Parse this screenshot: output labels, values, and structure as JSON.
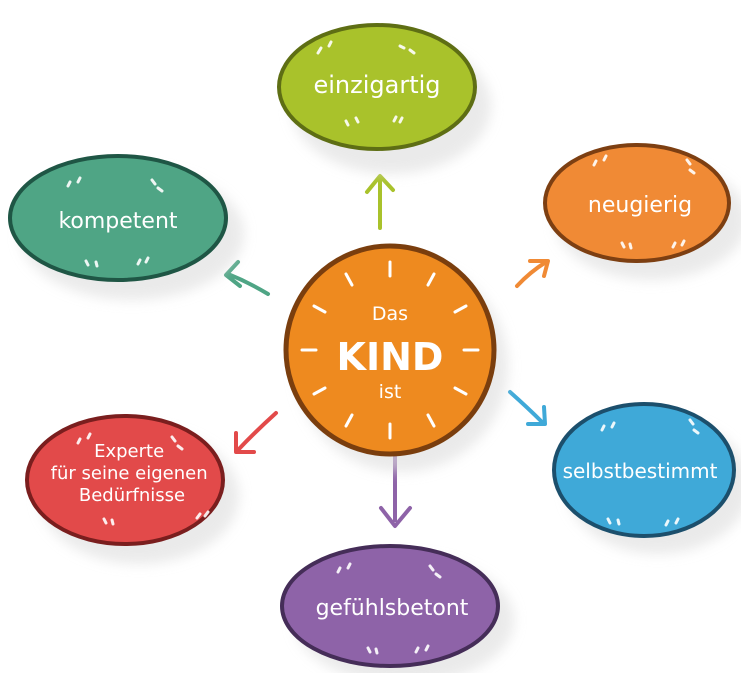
{
  "center": {
    "line1": "Das",
    "line2": "KIND",
    "line3": "ist",
    "fill": "#EE8A1F",
    "outline": "#7A3E0E"
  },
  "nodes": [
    {
      "id": "einzigartig",
      "lines": [
        "einzigartig"
      ],
      "fill": "#A9C22B",
      "outline": "#5E6E14",
      "arrow": "#A9C22B"
    },
    {
      "id": "neugierig",
      "lines": [
        "neugierig"
      ],
      "fill": "#F08A35",
      "outline": "#7D3F12",
      "arrow": "#F08A35"
    },
    {
      "id": "selbstbestimmt",
      "lines": [
        "selbstbestimmt"
      ],
      "fill": "#3FA9D8",
      "outline": "#1C4F6C",
      "arrow": "#3FA9D8"
    },
    {
      "id": "gefuehlsbetont",
      "lines": [
        "gefühlsbetont"
      ],
      "fill": "#8E63A8",
      "outline": "#452D58",
      "arrow": "#8E63A8"
    },
    {
      "id": "experte",
      "lines": [
        "Experte",
        "für seine eigenen",
        "Bedürfnisse"
      ],
      "fill": "#E24A4A",
      "outline": "#7A1E1E",
      "arrow": "#E24A4A"
    },
    {
      "id": "kompetent",
      "lines": [
        "kompetent"
      ],
      "fill": "#4FA585",
      "outline": "#1F5645",
      "arrow": "#4FA585"
    }
  ]
}
